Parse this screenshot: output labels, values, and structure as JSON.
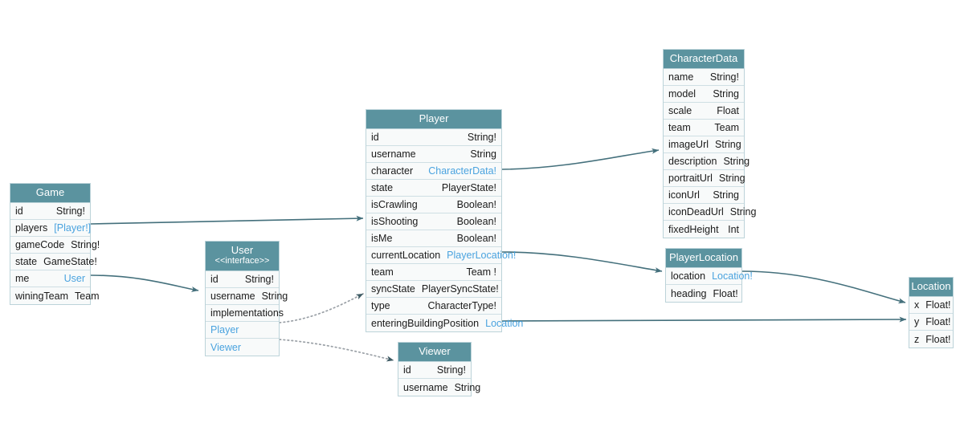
{
  "diagram": {
    "kind": "graphql-schema-erd",
    "colors": {
      "header_bg": "#5b939f",
      "header_text": "#ffffff",
      "row_bg": "#f8fafa",
      "border": "#bcd3d9",
      "row_border": "#cfdfe4",
      "reference_type_text": "#4aa3df",
      "edge_stroke": "#44707c",
      "implements_edge_stroke": "#9aa0a6",
      "canvas_bg": "#ffffff"
    }
  },
  "entities": {
    "game": {
      "title": "Game",
      "fields": [
        {
          "name": "id",
          "type": "String!",
          "ref": false
        },
        {
          "name": "players",
          "type": "[Player!]",
          "ref": true
        },
        {
          "name": "gameCode",
          "type": "String!",
          "ref": false
        },
        {
          "name": "state",
          "type": "GameState!",
          "ref": false
        },
        {
          "name": "me",
          "type": "User",
          "ref": true
        },
        {
          "name": "winingTeam",
          "type": "Team",
          "ref": false
        }
      ]
    },
    "user": {
      "title": "User",
      "stereotype": "<<interface>>",
      "fields": [
        {
          "name": "id",
          "type": "String!",
          "ref": false
        },
        {
          "name": "username",
          "type": "String",
          "ref": false
        }
      ],
      "implementations_label": "implementations",
      "implementations": [
        {
          "name": "Player"
        },
        {
          "name": "Viewer"
        }
      ]
    },
    "player": {
      "title": "Player",
      "fields": [
        {
          "name": "id",
          "type": "String!",
          "ref": false
        },
        {
          "name": "username",
          "type": "String",
          "ref": false
        },
        {
          "name": "character",
          "type": "CharacterData!",
          "ref": true
        },
        {
          "name": "state",
          "type": "PlayerState!",
          "ref": false
        },
        {
          "name": "isCrawling",
          "type": "Boolean!",
          "ref": false
        },
        {
          "name": "isShooting",
          "type": "Boolean!",
          "ref": false
        },
        {
          "name": "isMe",
          "type": "Boolean!",
          "ref": false
        },
        {
          "name": "currentLocation",
          "type": "PlayerLocation!",
          "ref": true
        },
        {
          "name": "team",
          "type": "Team !",
          "ref": false
        },
        {
          "name": "syncState",
          "type": "PlayerSyncState!",
          "ref": false
        },
        {
          "name": "type",
          "type": "CharacterType!",
          "ref": false
        },
        {
          "name": "enteringBuildingPosition",
          "type": "Location",
          "ref": true
        }
      ]
    },
    "viewer": {
      "title": "Viewer",
      "fields": [
        {
          "name": "id",
          "type": "String!",
          "ref": false
        },
        {
          "name": "username",
          "type": "String",
          "ref": false
        }
      ]
    },
    "character_data": {
      "title": "CharacterData",
      "fields": [
        {
          "name": "name",
          "type": "String!",
          "ref": false
        },
        {
          "name": "model",
          "type": "String",
          "ref": false
        },
        {
          "name": "scale",
          "type": "Float",
          "ref": false
        },
        {
          "name": "team",
          "type": "Team",
          "ref": false
        },
        {
          "name": "imageUrl",
          "type": "String",
          "ref": false
        },
        {
          "name": "description",
          "type": "String",
          "ref": false
        },
        {
          "name": "portraitUrl",
          "type": "String",
          "ref": false
        },
        {
          "name": "iconUrl",
          "type": "String",
          "ref": false
        },
        {
          "name": "iconDeadUrl",
          "type": "String",
          "ref": false
        },
        {
          "name": "fixedHeight",
          "type": "Int",
          "ref": false
        }
      ]
    },
    "player_location": {
      "title": "PlayerLocation",
      "fields": [
        {
          "name": "location",
          "type": "Location!",
          "ref": true
        },
        {
          "name": "heading",
          "type": "Float!",
          "ref": false
        }
      ]
    },
    "location": {
      "title": "Location",
      "fields": [
        {
          "name": "x",
          "type": "Float!",
          "ref": false
        },
        {
          "name": "y",
          "type": "Float!",
          "ref": false
        },
        {
          "name": "z",
          "type": "Float!",
          "ref": false
        }
      ]
    }
  },
  "edges": [
    {
      "from": "game.players",
      "to": "player",
      "style": "solid"
    },
    {
      "from": "game.me",
      "to": "user",
      "style": "solid"
    },
    {
      "from": "player.character",
      "to": "character_data",
      "style": "solid"
    },
    {
      "from": "player.currentLocation",
      "to": "player_location",
      "style": "solid"
    },
    {
      "from": "player.enteringBuildingPosition",
      "to": "location",
      "style": "solid"
    },
    {
      "from": "player_location.location",
      "to": "location",
      "style": "solid"
    },
    {
      "from": "user.Player",
      "to": "player",
      "style": "dotted"
    },
    {
      "from": "user.Viewer",
      "to": "viewer",
      "style": "dotted"
    }
  ]
}
